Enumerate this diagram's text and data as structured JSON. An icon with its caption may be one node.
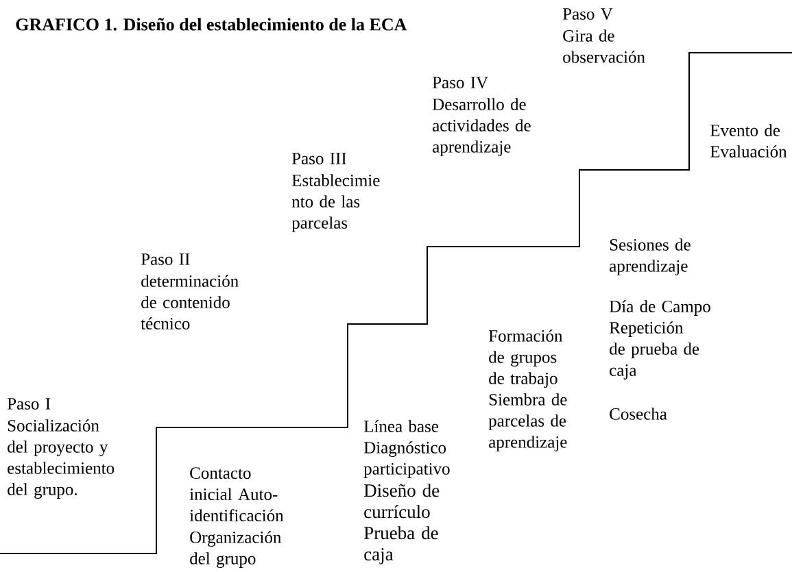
{
  "diagram": {
    "title": "GRAFICO 1. Diseño del establecimiento de la ECA",
    "labels": [
      "Paso V",
      "Gira de observación",
      "Paso IV",
      "Desarrollo de actividades de aprendizaje",
      "Evento de Evaluación",
      "Paso III",
      "Establecimie nto de las parcelas",
      "Sesiones de aprendizaje",
      "Paso II",
      "determinación de contenido técnico",
      "Día de Campo",
      "Repetición de prueba de caja",
      "Formación de grupos de trabajo",
      "Siembra de parcelas de aprendizaje",
      "Paso I",
      "Socialización del proyecto y establecimiento del grupo.",
      "Cosecha",
      "Línea base",
      "Diagnóstico participativo",
      "Diseño de currículo Prueba de caja",
      "Contacto inicial Auto-identificación",
      "Organización del grupo"
    ]
  }
}
